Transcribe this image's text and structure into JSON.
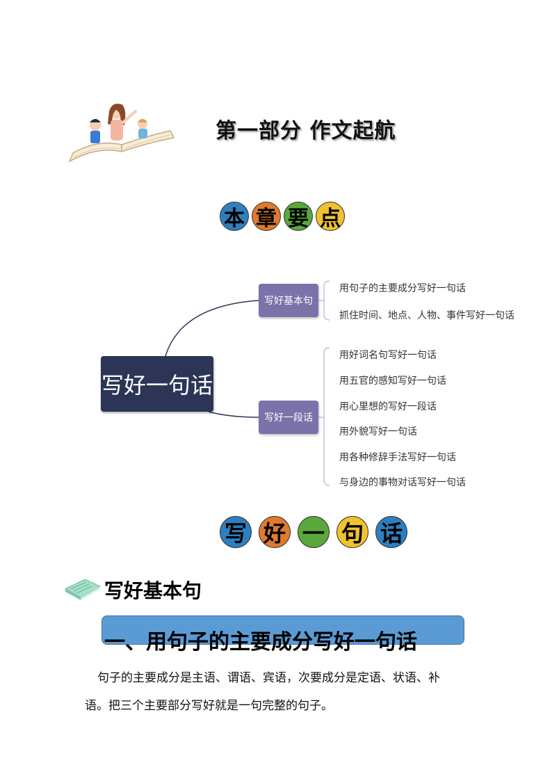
{
  "header": {
    "part_title": "第一部分  作文起航"
  },
  "key_points": {
    "chars": [
      "本",
      "章",
      "要",
      "点"
    ],
    "colors": [
      "#2e7fbf",
      "#e07a2e",
      "#5aa83b",
      "#f2c12e"
    ]
  },
  "mindmap": {
    "root": "写好一句话",
    "branches": [
      {
        "label": "写好基本句",
        "leaves": [
          "用句子的主要成分写好一句话",
          "抓住时间、地点、人物、事件写好一句话"
        ]
      },
      {
        "label": "写好一段话",
        "leaves": [
          "用好词名句写好一句话",
          "用五官的感知写好一句话",
          "用心里想的写好一段话",
          "用外貌写好一句话",
          "用各种修辞手法写好一句话",
          "与身边的事物对话写好一句话"
        ]
      }
    ]
  },
  "section_title_circles": {
    "chars": [
      "写",
      "好",
      "一",
      "句",
      "话"
    ],
    "colors": [
      "#2e7fbf",
      "#e07a2e",
      "#5aa83b",
      "#f2c12e",
      "#2e7fbf"
    ]
  },
  "section": {
    "heading": "写好基本句",
    "banner": "一、用句子的主要成分写好一句话",
    "paragraph_line1": "句子的主要成分是主语、谓语、宾语，次要成分是定语、状语、补",
    "paragraph_line2": "语。把三个主要部分写好就是一句完整的句子。"
  }
}
